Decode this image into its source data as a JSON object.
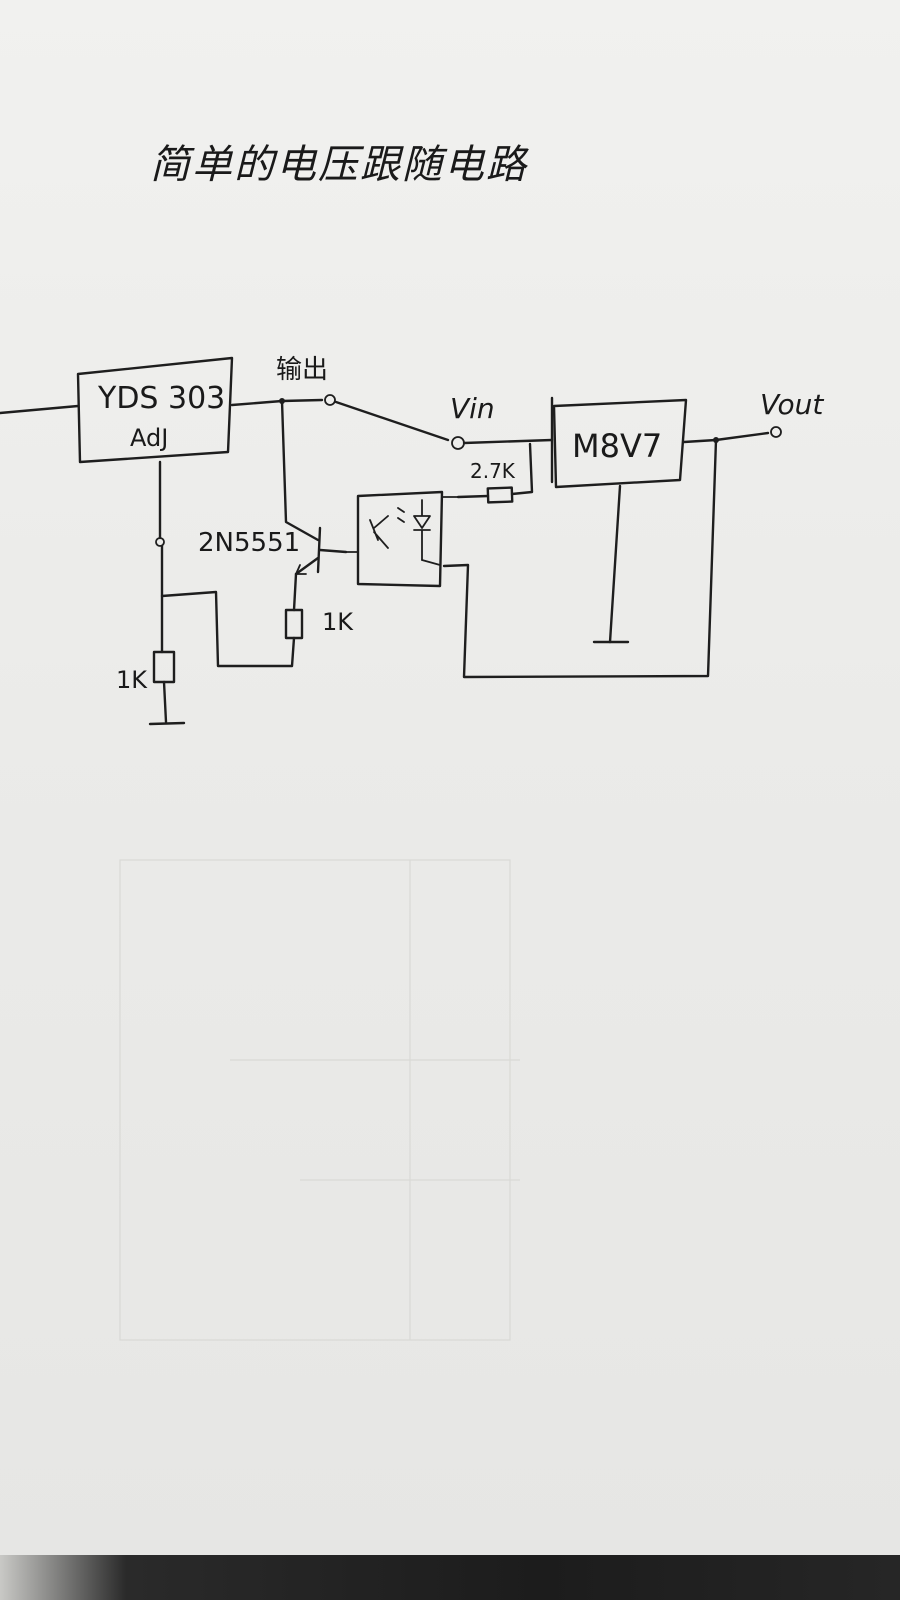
{
  "title": "简单的电压跟随电路",
  "labels": {
    "ic_name": "YDS 303",
    "ic_adj": "AdJ",
    "output_label": "输出",
    "vin": "Vin",
    "regulator": "M8V7",
    "vout": "Vout",
    "transistor": "2N5551",
    "r_emitter": "1K",
    "r_ground": "1K",
    "r_led": "2.7K"
  },
  "colors": {
    "ink": "#1e1e1e",
    "paper": "#eeeeec"
  }
}
